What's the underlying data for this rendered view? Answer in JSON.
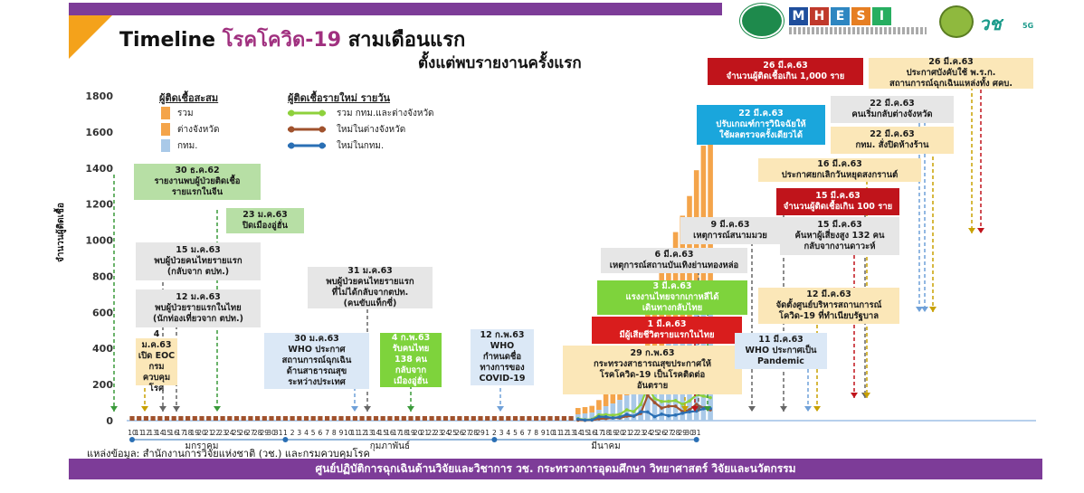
{
  "header": {
    "title_en": "Timeline",
    "title_highlight": "โรคโควิด-19",
    "title_rest": "สามเดือนแรก",
    "subtitle": "ตั้งแต่พบรายงานครั้งแรก",
    "colors": {
      "purple": "#7d3c98",
      "orange": "#f4a21b",
      "title_highlight": "#a0307f"
    }
  },
  "logos": {
    "mhesi_letters": [
      "M",
      "H",
      "E",
      "S",
      "I"
    ],
    "mhesi_colors": [
      "#1f4e9c",
      "#c0392b",
      "#2e86c1",
      "#e67e22",
      "#27ae60"
    ],
    "vor_chor": "วช",
    "fiveg": "5G"
  },
  "legend": {
    "cumulative_title": "ผู้ติดเชื้อสะสม",
    "cumulative_items": [
      {
        "label": "รวม",
        "color": "#f4a44a"
      },
      {
        "label": "ต่างจังหวัด",
        "color": "#f4a44a"
      },
      {
        "label": "กทม.",
        "color": "#a9c9e8"
      }
    ],
    "daily_title": "ผู้ติดเชื้อรายใหม่ รายวัน",
    "daily_items": [
      {
        "label": "รวม กทม.และต่างจังหวัด",
        "color": "#8ed13c"
      },
      {
        "label": "ใหม่ในต่างจังหวัด",
        "color": "#a0522d"
      },
      {
        "label": "ใหม่ในกทม.",
        "color": "#2a6fb4"
      }
    ]
  },
  "annotations": [
    {
      "date": "30 ธ.ค.62",
      "text": "รายงานพบผู้ป่วยติดเชื้อ\nรายแรกในจีน",
      "bg": "#b7dfa5",
      "fg": "#1a1a1a"
    },
    {
      "date": "23 ม.ค.63",
      "text": "ปิดเมืองอู่ฮั่น",
      "bg": "#b7dfa5",
      "fg": "#1a1a1a"
    },
    {
      "date": "15 ม.ค.63",
      "text": "พบผู้ป่วยคนไทยรายแรก\n(กลับจาก ตปท.)",
      "bg": "#e6e6e6",
      "fg": "#1a1a1a"
    },
    {
      "date": "12 ม.ค.63",
      "text": "พบผู้ป่วยรายแรกในไทย\n(นักท่องเที่ยวจาก ตปท.)",
      "bg": "#e6e6e6",
      "fg": "#1a1a1a"
    },
    {
      "date": "4 ม.ค.63",
      "text": "เปิด EOC\nกรมควบคุม\nโรค",
      "bg": "#fbe7b8",
      "fg": "#1a1a1a"
    },
    {
      "date": "31 ม.ค.63",
      "text": "พบผู้ป่วยคนไทยรายแรก\nที่ไม่ได้กลับจากตปท.\n(คนขับแท็กซี่)",
      "bg": "#e6e6e6",
      "fg": "#1a1a1a"
    },
    {
      "date": "30 ม.ค.63",
      "text": "WHO ประกาศ\nสถานการณ์ฉุกเฉิน\nด้านสาธารณสุข\nระหว่างประเทศ",
      "bg": "#dbe8f6",
      "fg": "#1a1a1a"
    },
    {
      "date": "4 ก.พ.63",
      "text": "รับคนไทย\n138 คน\nกลับจาก\nเมืองอู่ฮั่น",
      "bg": "#7ed33c",
      "fg": "#ffffff"
    },
    {
      "date": "12 ก.พ.63",
      "text": "WHO\nกำหนดชื่อ\nทางการของ\nCOVID-19",
      "bg": "#dbe8f6",
      "fg": "#1a1a1a"
    },
    {
      "date": "6 มี.ค.63",
      "text": "เหตุการณ์สถานบันเทิงย่านทองหล่อ",
      "bg": "#e6e6e6",
      "fg": "#1a1a1a"
    },
    {
      "date": "3 มี.ค.63",
      "text": "แรงงานไทยจากเกาหลีได้\nเดินทางกลับไทย",
      "bg": "#7ed33c",
      "fg": "#ffffff"
    },
    {
      "date": "1 มี.ค.63",
      "text": "มีผู้เสียชีวิตรายแรกในไทย",
      "bg": "#d91d1d",
      "fg": "#ffffff"
    },
    {
      "date": "29 ก.พ.63",
      "text": "กระทรวงสาธารณสุขประกาศให้\nโรคโควิด-19 เป็นโรคติดต่อ\nอันตราย",
      "bg": "#fbe7b8",
      "fg": "#1a1a1a"
    },
    {
      "date": "9 มี.ค.63",
      "text": "เหตุการณ์สนามมวย",
      "bg": "#e6e6e6",
      "fg": "#1a1a1a"
    },
    {
      "date": "11 มี.ค.63",
      "text": "WHO ประกาศเป็น\nPandemic",
      "bg": "#dbe8f6",
      "fg": "#1a1a1a"
    },
    {
      "date": "12 มี.ค.63",
      "text": "จัดตั้งศูนย์บริหารสถานการณ์\nโควิด-19 ที่ทำเนียบรัฐบาล",
      "bg": "#fbe7b8",
      "fg": "#1a1a1a"
    },
    {
      "date": "15 มี.ค.63",
      "text": "ค้นหาผู้เสี่ยงสูง 132 คน\nกลับจากงานดาวะห์",
      "bg": "#e6e6e6",
      "fg": "#1a1a1a"
    },
    {
      "date": "15 มี.ค.63",
      "text": "จำนวนผู้ติดเชื้อเกิน 100 ราย",
      "bg": "#c0141b",
      "fg": "#ffffff"
    },
    {
      "date": "16 มี.ค.63",
      "text": "ประกาศยกเลิกวันหยุดสงกรานต์",
      "bg": "#fbe7b8",
      "fg": "#1a1a1a"
    },
    {
      "date": "22 มี.ค.63",
      "text": "ปรับเกณฑ์การวินิจฉัยให้\nใช้ผลตรวจครั้งเดียวได้",
      "bg": "#1aa6dc",
      "fg": "#ffffff"
    },
    {
      "date": "22 มี.ค.63",
      "text": "คนเริ่มกลับต่างจังหวัด",
      "bg": "#e6e6e6",
      "fg": "#1a1a1a"
    },
    {
      "date": "22 มี.ค.63",
      "text": "กทม. สั่งปิดห้างร้าน",
      "bg": "#fbe7b8",
      "fg": "#1a1a1a"
    },
    {
      "date": "26 มี.ค.63",
      "text": "จำนวนผู้ติดเชื้อเกิน 1,000 ราย",
      "bg": "#c0141b",
      "fg": "#ffffff"
    },
    {
      "date": "26 มี.ค.63",
      "text": "ประกาศบังคับใช้ พ.ร.ก.\nสถานการณ์ฉุกเฉินแหล่งทั้ง ศคบ.",
      "bg": "#fbe7b8",
      "fg": "#1a1a1a"
    }
  ],
  "chart_data": {
    "type": "bar",
    "ylabel": "จำนวนผู้ติดเชื้อ",
    "ylim": [
      0,
      1800
    ],
    "yticks": [
      0,
      200,
      400,
      600,
      800,
      1000,
      1200,
      1400,
      1600,
      1800
    ],
    "month_labels": [
      "มกราคม",
      "กุมภาพันธ์",
      "มีนาคม"
    ],
    "x_day_labels": [
      "10",
      "11",
      "12",
      "13",
      "14",
      "15",
      "16",
      "17",
      "18",
      "19",
      "20",
      "21",
      "22",
      "23",
      "24",
      "25",
      "26",
      "27",
      "28",
      "29",
      "30",
      "31",
      "1",
      "2",
      "3",
      "4",
      "5",
      "6",
      "7",
      "8",
      "9",
      "10",
      "11",
      "12",
      "13",
      "14",
      "15",
      "16",
      "17",
      "18",
      "19",
      "20",
      "21",
      "22",
      "23",
      "24",
      "25",
      "26",
      "27",
      "28",
      "29",
      "1",
      "2",
      "3",
      "4",
      "5",
      "6",
      "7",
      "8",
      "9",
      "10",
      "11",
      "12",
      "13",
      "14",
      "15",
      "16",
      "17",
      "18",
      "19",
      "20",
      "21",
      "22",
      "23",
      "24",
      "25",
      "26",
      "27",
      "28",
      "29",
      "30",
      "31"
    ],
    "cumulative_march": {
      "days": [
        12,
        13,
        14,
        15,
        16,
        17,
        18,
        19,
        20,
        21,
        22,
        23,
        24,
        25,
        26,
        27,
        28,
        29,
        30,
        31
      ],
      "total": [
        70,
        75,
        82,
        114,
        147,
        177,
        212,
        272,
        322,
        411,
        599,
        721,
        827,
        934,
        1045,
        1136,
        1245,
        1388,
        1524,
        1651
      ],
      "bangkok": [
        35,
        40,
        45,
        60,
        80,
        95,
        115,
        140,
        165,
        210,
        300,
        340,
        390,
        430,
        470,
        500,
        540,
        600,
        660,
        760
      ]
    },
    "daily_new_march": {
      "days": [
        12,
        13,
        14,
        15,
        16,
        17,
        18,
        19,
        20,
        21,
        22,
        23,
        24,
        25,
        26,
        27,
        28,
        29,
        30,
        31
      ],
      "total": [
        11,
        5,
        7,
        32,
        33,
        30,
        35,
        60,
        50,
        89,
        188,
        122,
        106,
        107,
        111,
        91,
        109,
        143,
        136,
        127
      ],
      "provinces": [
        3,
        2,
        3,
        10,
        12,
        15,
        15,
        25,
        25,
        40,
        140,
        100,
        70,
        80,
        80,
        50,
        60,
        90,
        70,
        60
      ],
      "bangkok": [
        8,
        3,
        4,
        22,
        21,
        15,
        20,
        35,
        25,
        49,
        48,
        22,
        36,
        27,
        31,
        41,
        49,
        53,
        66,
        67
      ]
    },
    "legend_position": "top-left",
    "grid": false
  },
  "source": "แหล่งข้อมูล: สำนักงานการวิจัยแห่งชาติ (วช.) และกรมควบคุมโรค",
  "footer": "ศูนย์ปฏิบัติการฉุกเฉินด้านวิจัยและวิชาการ   วช.   กระทรวงการอุดมศึกษา วิทยาศาสตร์ วิจัยและนวัตกรรม"
}
